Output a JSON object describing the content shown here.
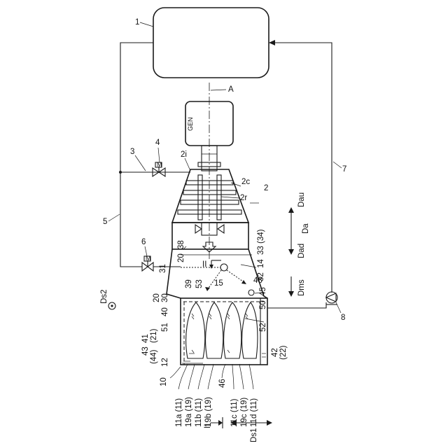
{
  "diagram": {
    "components": {
      "gen": "GEN"
    },
    "axis_label": "A",
    "direction_labels": {
      "dau": "Dau",
      "da": "Da",
      "dad": "Dad",
      "dms": "Dms",
      "ds1": "Ds1",
      "ds2": "Ds2"
    },
    "section_labels": {
      "ii_top": "II",
      "ii_bottom": "II"
    },
    "reference_labels": {
      "r1": "1",
      "r2": "2",
      "r2i": "2i",
      "r2c": "2c",
      "r2r": "2r",
      "r3": "3",
      "r4": "4",
      "r5": "5",
      "r6": "6",
      "r7": "7",
      "r8": "8",
      "r10": "10",
      "r12": "12",
      "r14": "14",
      "r15": "15",
      "r20a": "20",
      "r20b": "20",
      "r30": "30",
      "r31": "31",
      "r32": "32",
      "r33": "33 (34)",
      "r38": "38",
      "r39": "39",
      "r40": "40",
      "r41": "41",
      "r21": "(21)",
      "r42": "42",
      "r22": "(22)",
      "r43": "43",
      "r44": "(44)",
      "r45": "45",
      "r46": "46",
      "r48": "48",
      "r50": "50",
      "r51": "51",
      "r52": "52",
      "r53": "53",
      "r11a": "11a (11)",
      "r19a": "19a (19)",
      "r11b": "11b (11)",
      "r19b": "19b (19)",
      "r11c": "11c (11)",
      "r19c": "19c (19)",
      "r11d": "11d (11)"
    }
  }
}
